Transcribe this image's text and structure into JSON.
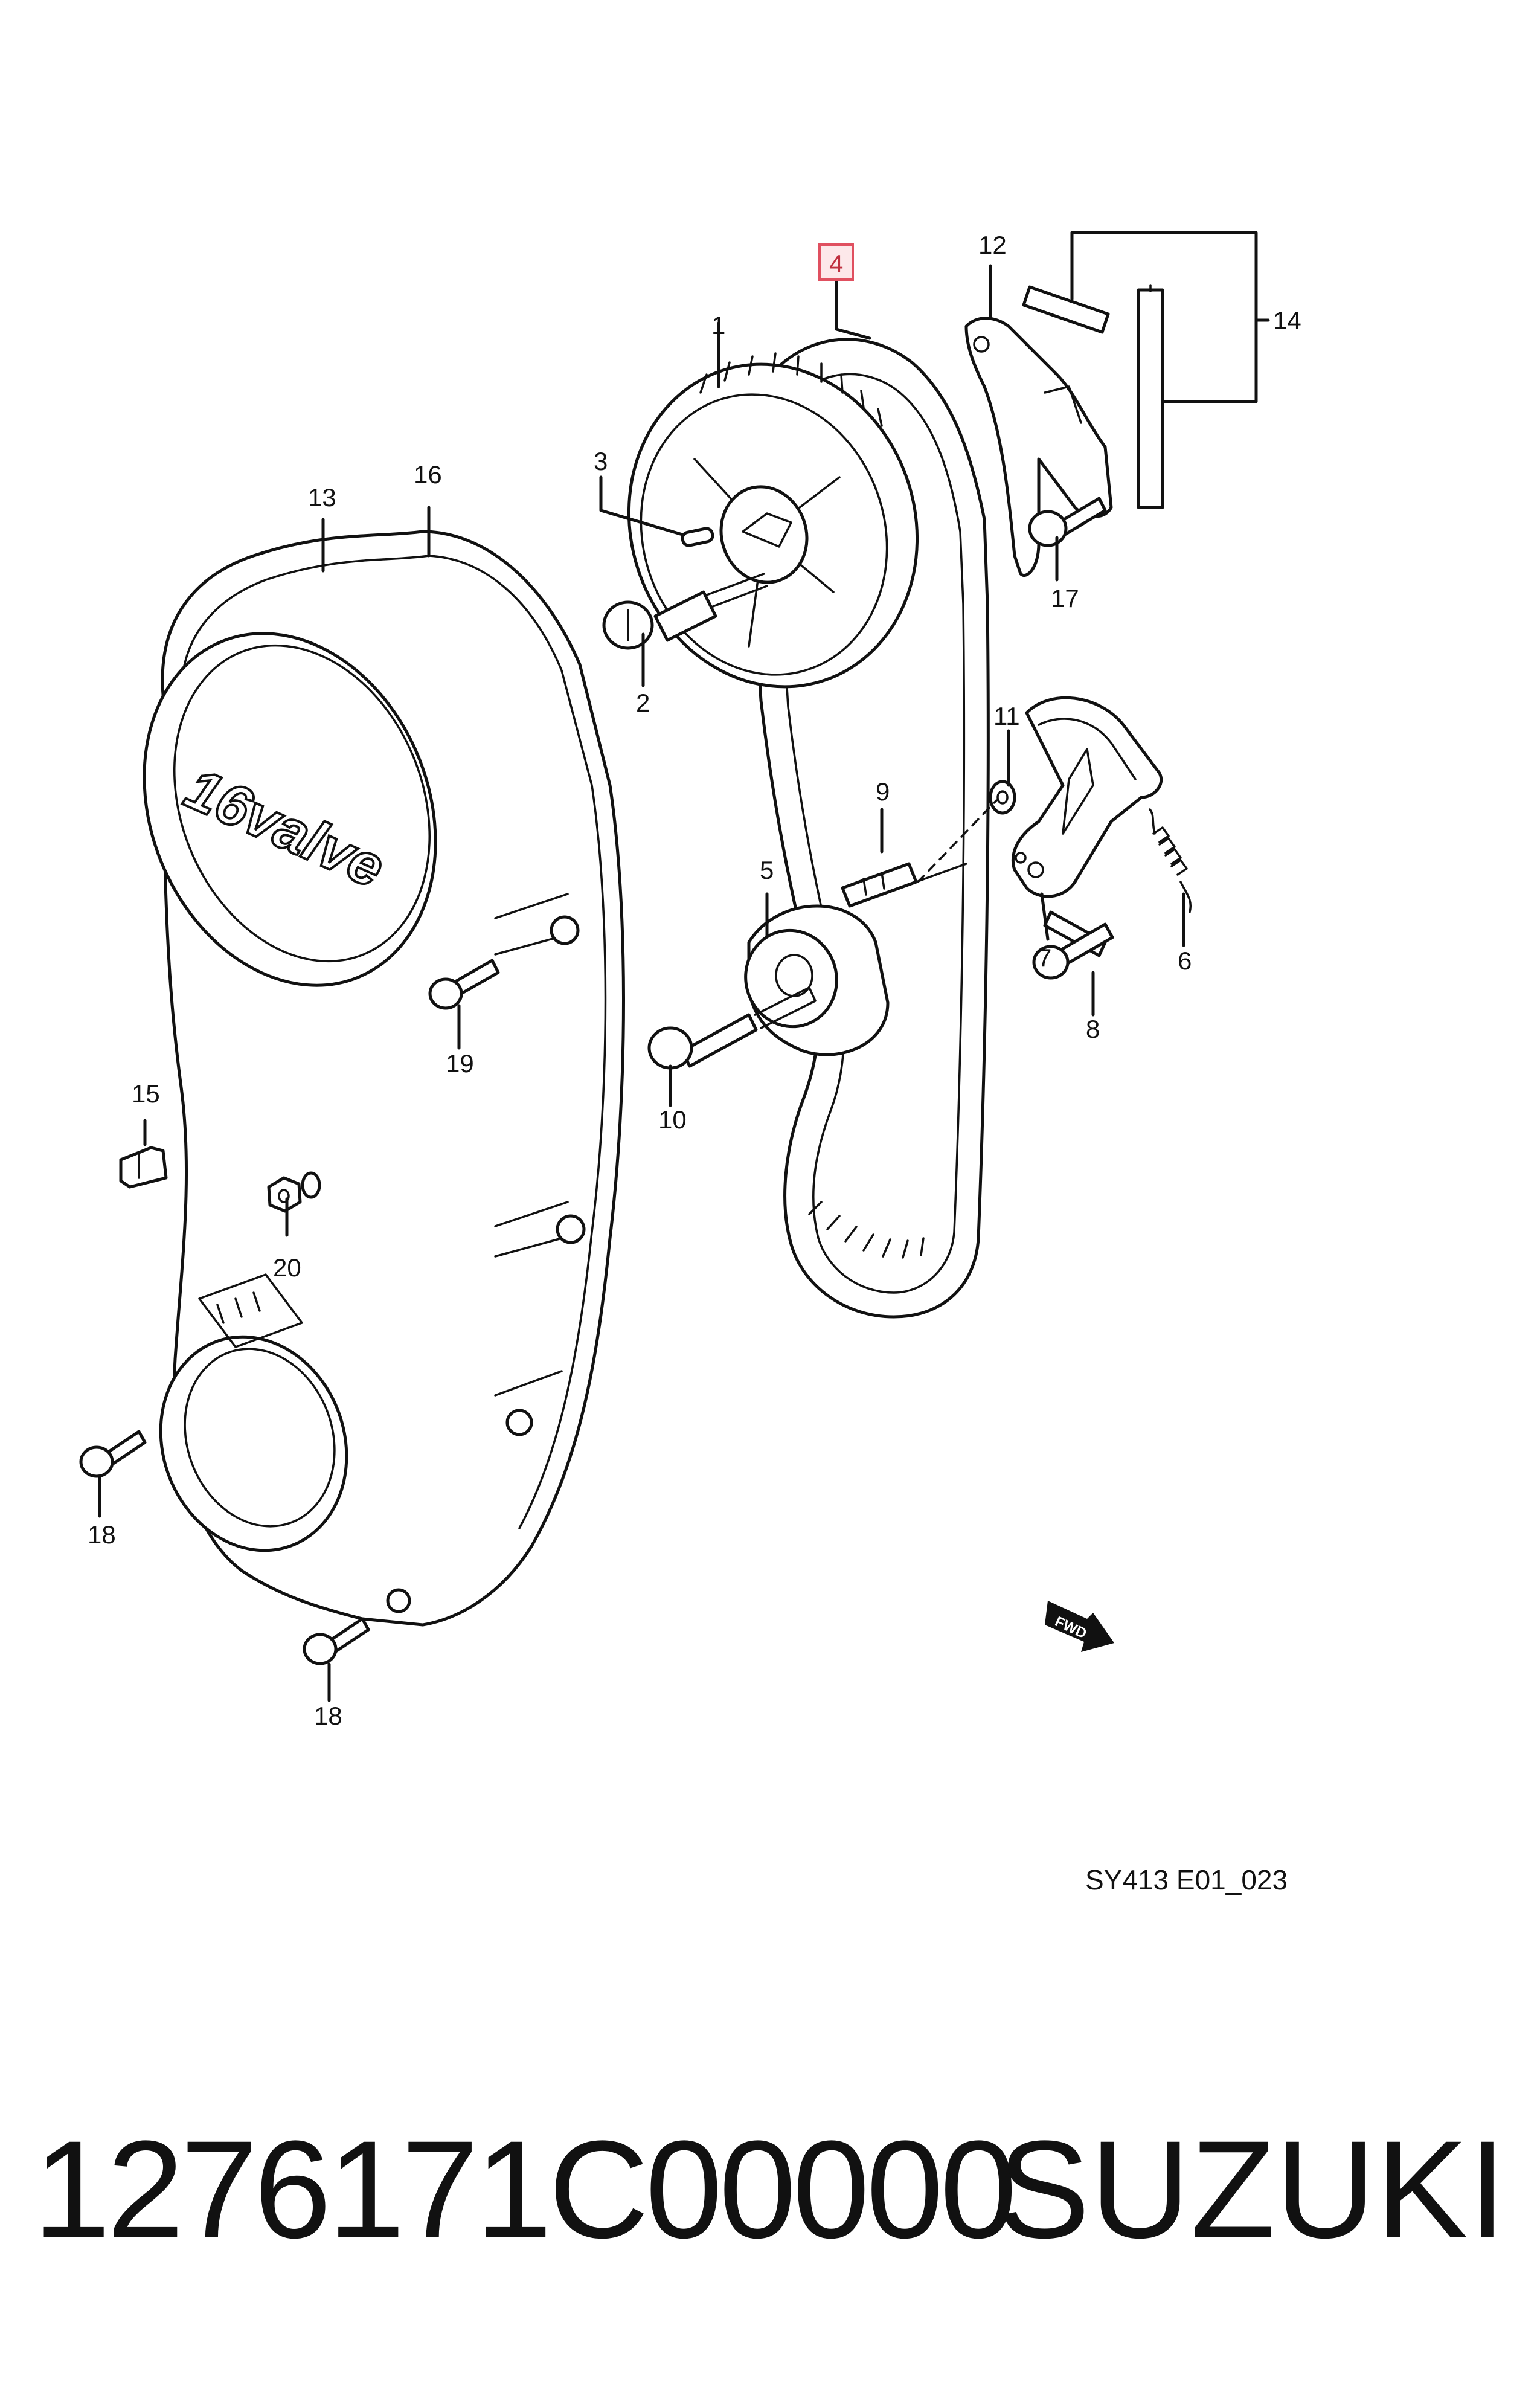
{
  "diagram": {
    "callouts": [
      "1",
      "2",
      "3",
      "4",
      "5",
      "6",
      "7",
      "8",
      "9",
      "10",
      "11",
      "12",
      "13",
      "14",
      "15",
      "16",
      "17",
      "18",
      "18",
      "19",
      "20"
    ],
    "highlighted_callout": "4",
    "cover_embossing": "16valve",
    "direction_marker": "FWD",
    "drawing_code": "SY413 E01_023"
  },
  "footer": {
    "part_number": "1276171C00000",
    "brand": "SUZUKI"
  },
  "colors": {
    "highlight_box": "#e05060",
    "line": "#111111"
  }
}
